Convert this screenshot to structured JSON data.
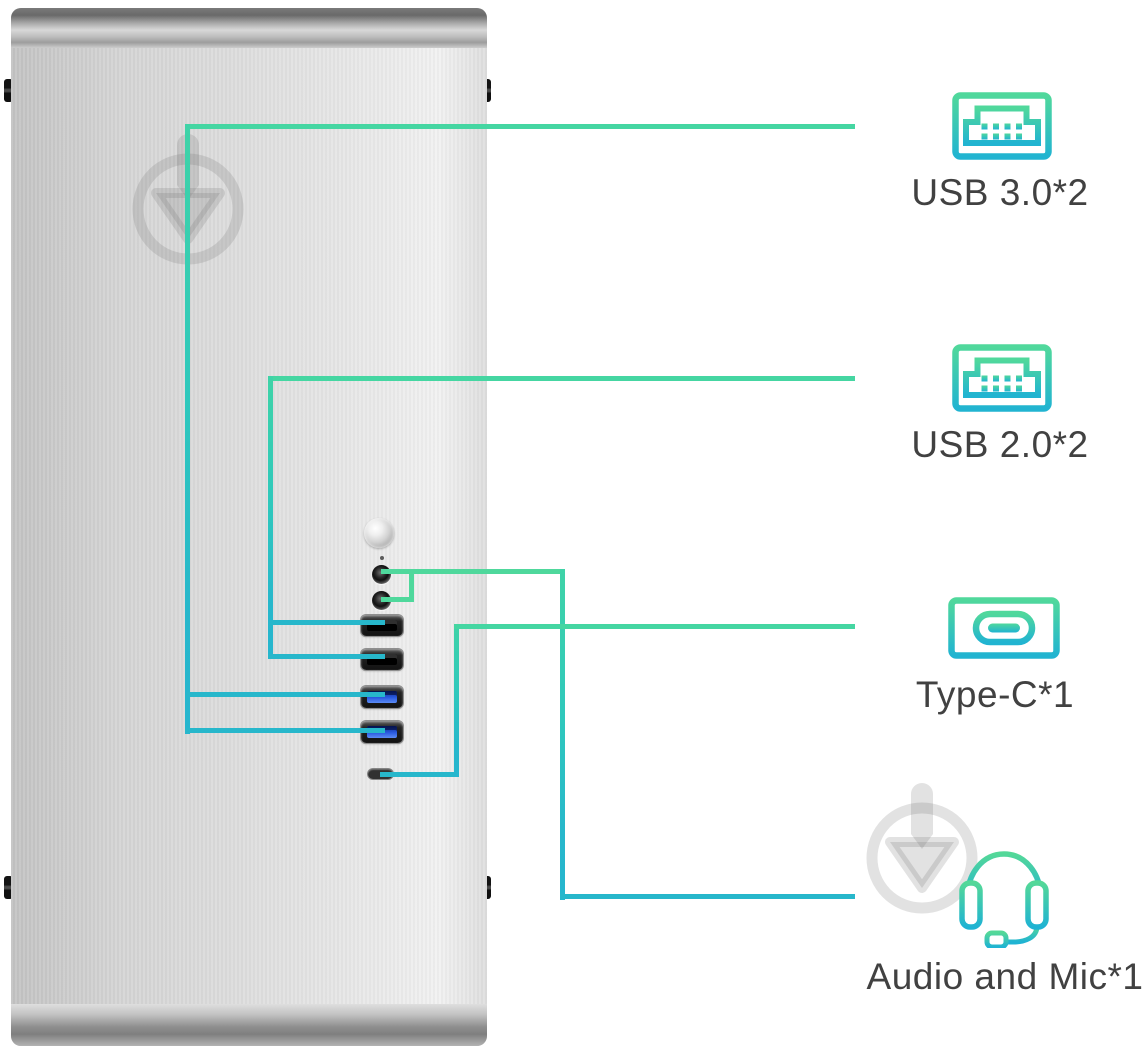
{
  "diagram": {
    "subject": "pc-case-front-ports-callout",
    "background": "#ffffff"
  },
  "colors": {
    "line_green": "#45d6a2",
    "line_cyan": "#27b7cb",
    "icon_gradient_top": "#50d89c",
    "icon_gradient_bottom": "#21b4d1",
    "label_text": "#414141",
    "watermark_gray": "rgba(110,110,110,0.2)",
    "case_silver": "#d9d9d9",
    "usb3_port_blue": "#2a56d8"
  },
  "callouts": [
    {
      "id": "usb3",
      "icon": "usb-a-port-icon",
      "label": "USB 3.0*2"
    },
    {
      "id": "usb2",
      "icon": "usb-a-port-icon",
      "label": "USB 2.0*2"
    },
    {
      "id": "typec",
      "icon": "type-c-port-icon",
      "label": "Type-C*1"
    },
    {
      "id": "audio",
      "icon": "headset-icon",
      "label": "Audio and Mic*1"
    }
  ],
  "case_front_panel": [
    "power-button",
    "power-led",
    "audio-jack-1",
    "audio-jack-2",
    "usb2-port-1",
    "usb2-port-2",
    "usb3-port-1",
    "usb3-port-2",
    "type-c-port"
  ],
  "watermarks": [
    {
      "icon": "down-arrow-circle-watermark",
      "position": "on-case"
    },
    {
      "icon": "down-arrow-circle-watermark",
      "position": "bottom-right"
    }
  ]
}
